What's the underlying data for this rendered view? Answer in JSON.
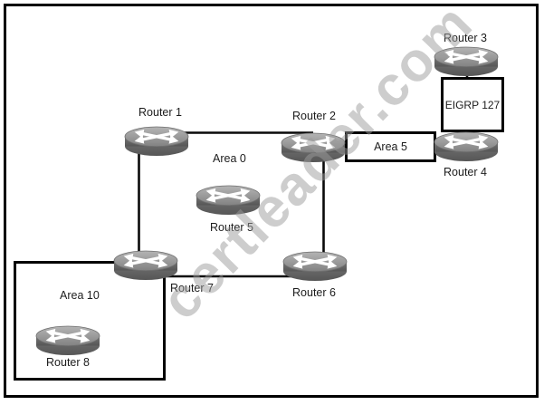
{
  "watermark": {
    "text": "certleader.com"
  },
  "areas": {
    "area0": {
      "label": "Area 0"
    },
    "area5": {
      "label": "Area 5"
    },
    "area10": {
      "label": "Area 10"
    },
    "eigrp": {
      "label": "EIGRP 127"
    }
  },
  "routers": {
    "r1": {
      "label": "Router 1"
    },
    "r2": {
      "label": "Router 2"
    },
    "r3": {
      "label": "Router 3"
    },
    "r4": {
      "label": "Router 4"
    },
    "r5": {
      "label": "Router 5"
    },
    "r6": {
      "label": "Router 6"
    },
    "r7": {
      "label": "Router 7"
    },
    "r8": {
      "label": "Router 8"
    }
  },
  "links": [
    {
      "from": "Router 1",
      "to": "Router 2"
    },
    {
      "from": "Router 1",
      "to": "Router 7"
    },
    {
      "from": "Router 2",
      "to": "Router 6"
    },
    {
      "from": "Router 7",
      "to": "Router 6"
    },
    {
      "from": "Router 2",
      "to": "Router 4",
      "via": "Area 5"
    },
    {
      "from": "Router 3",
      "to": "Router 4",
      "via": "EIGRP 127"
    }
  ],
  "colors": {
    "line": "#0a0a0a",
    "router_body": "#616161",
    "router_top": "#9a9a9a",
    "arrow": "#ffffff",
    "watermark": "#9c9c9c"
  }
}
